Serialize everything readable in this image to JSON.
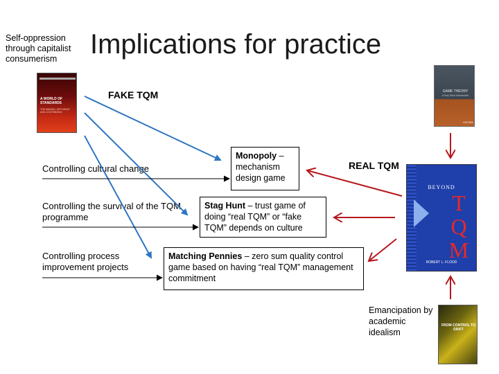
{
  "slide": {
    "title": "Implications for practice",
    "corner_note": "Self-oppression through capitalist consumerism",
    "fake_label": "FAKE TQM",
    "real_label": "REAL TQM",
    "bottom_note": "Emancipation by academic idealism"
  },
  "rows": [
    {
      "label": "Controlling cultural change",
      "box_title": "Monopoly",
      "box_text": " – mechanism design game"
    },
    {
      "label": "Controlling the survival of the TQM programme",
      "box_title": "Stag Hunt",
      "box_text": " – trust game of doing “real TQM” or “fake TQM” depends on culture"
    },
    {
      "label": "Controlling process improvement projects",
      "box_title": "Matching Pennies",
      "box_text": " – zero sum quality control game based on having “real TQM” management commitment"
    }
  ],
  "covers": {
    "standards": {
      "title": "A WORLD OF STANDARDS",
      "sub": "THE MAKING, DIFFUSING AND LEGITIMIZING"
    },
    "game_theory": {
      "title": "GAME THEORY",
      "sub": "A Very Short Introduction",
      "publisher": "OXFORD"
    },
    "beyond_tqm": {
      "top": "BEYOND",
      "big": "TQM",
      "author": "ROBERT L. FLOOD"
    },
    "control_drift": {
      "title": "FROM CONTROL TO DRIFT"
    }
  },
  "colors": {
    "blue_arrow": "#2e75c2",
    "red_arrow": "#b4161b",
    "line": "#000000"
  }
}
